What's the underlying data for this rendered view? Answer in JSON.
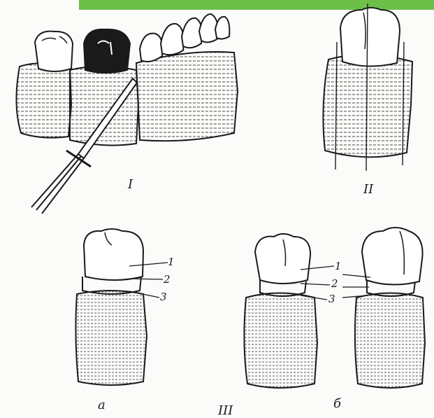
{
  "colors": {
    "accent_bar": "#6cc04a",
    "ink": "#1a1a1a",
    "paper": "#fbfbf9"
  },
  "figure": {
    "panel_labels": {
      "panel_1": "I",
      "panel_2": "II",
      "panel_3": "III"
    },
    "sub_labels": {
      "a": "а",
      "b": "б"
    },
    "callouts": {
      "a": [
        "1",
        "2",
        "3"
      ],
      "b": [
        "1",
        "2",
        "3"
      ]
    }
  }
}
